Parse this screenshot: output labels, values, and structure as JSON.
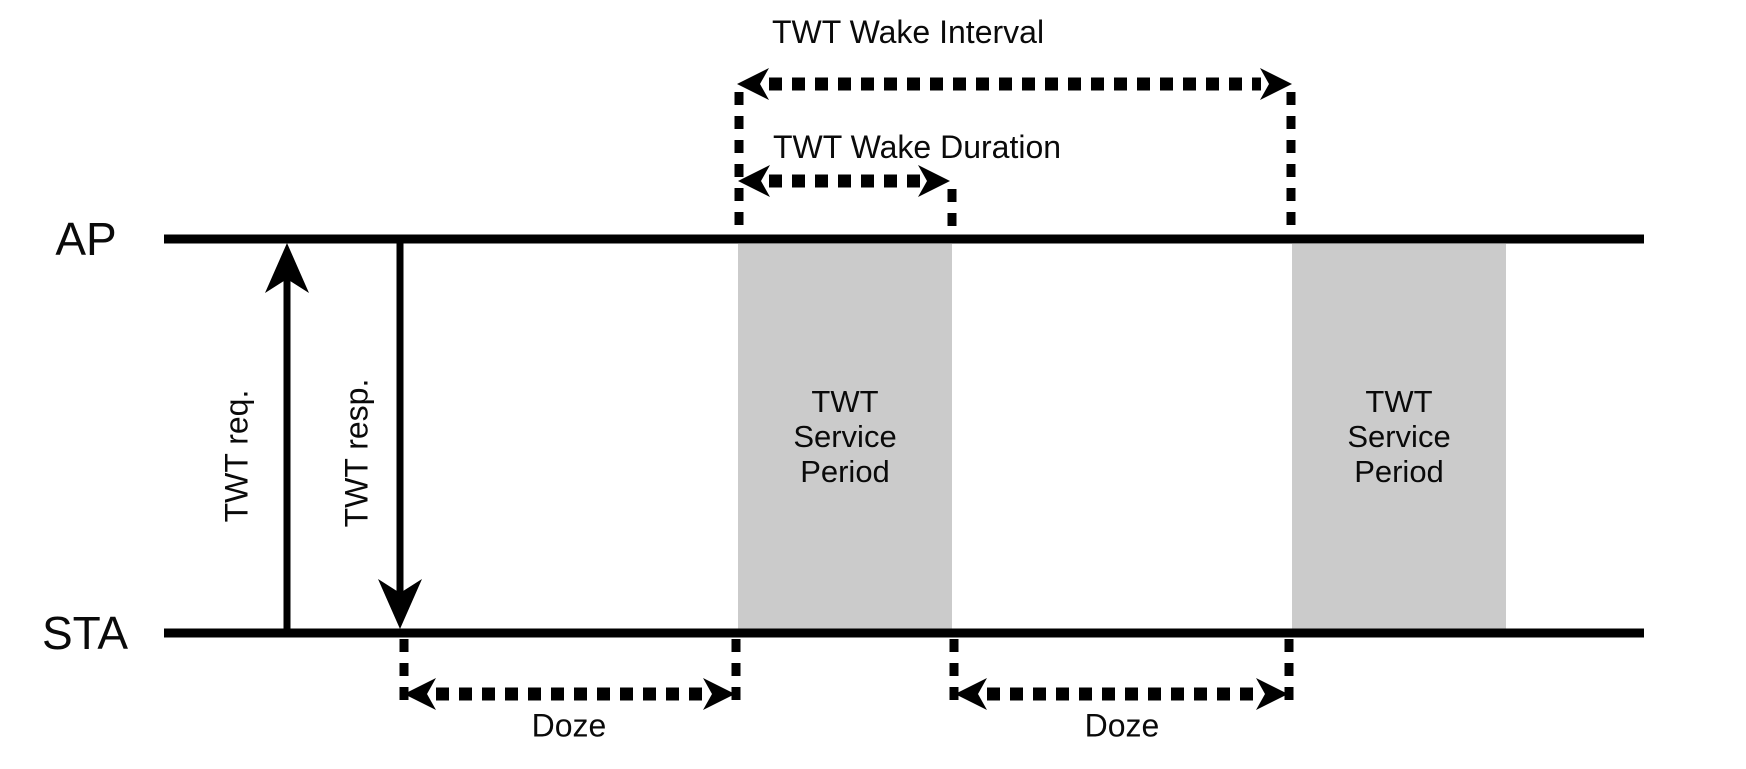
{
  "diagram_type": "twt-timing-diagram",
  "colors": {
    "background": "#ffffff",
    "line": "#000000",
    "text": "#0a0a0a",
    "service_period_fill": "#cbcbcb"
  },
  "timelines": [
    {
      "label": "AP"
    },
    {
      "label": "STA"
    }
  ],
  "messages": [
    {
      "label": "TWT req.",
      "direction": "up",
      "from": "STA",
      "to": "AP"
    },
    {
      "label": "TWT resp.",
      "direction": "down",
      "from": "AP",
      "to": "STA"
    }
  ],
  "annotations": {
    "wake_interval": "TWT Wake Interval",
    "wake_duration": "TWT Wake Duration"
  },
  "service_periods": [
    {
      "lines": [
        "TWT",
        "Service",
        "Period"
      ]
    },
    {
      "lines": [
        "TWT",
        "Service",
        "Period"
      ]
    }
  ],
  "doze_labels": [
    "Doze",
    "Doze"
  ]
}
